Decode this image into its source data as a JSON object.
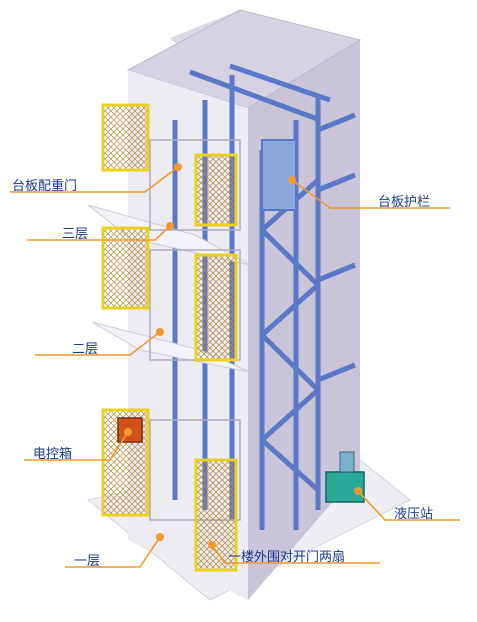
{
  "labels": {
    "counterweight_door": "台板配重门",
    "floor3": "三层",
    "floor2": "二层",
    "control_box": "电控箱",
    "floor1": "一层",
    "platform_guardrail": "台板护栏",
    "hydraulic_station": "液压站",
    "ground_doors": "一楼外围对开门两扇"
  },
  "colors": {
    "leader": "#f39a2c",
    "label_text": "#1a3a8c",
    "shaft_wall": "#e6e3ee",
    "shaft_side": "#c9c4d8",
    "rail": "#5b78c8",
    "gate": "#e8d21e",
    "control_box": "#d2521c",
    "pump": "#2aa89a"
  }
}
